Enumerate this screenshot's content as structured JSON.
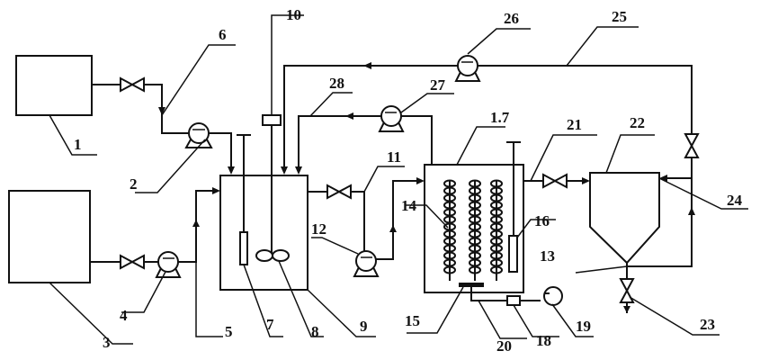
{
  "labels": {
    "l1": "1",
    "l2": "2",
    "l3": "3",
    "l4": "4",
    "l5": "5",
    "l6": "6",
    "l7": "7",
    "l8": "8",
    "l9": "9",
    "l10": "10",
    "l11": "11",
    "l12": "12",
    "l13": "13",
    "l14": "14",
    "l15": "15",
    "l16": "16",
    "l17": "1.7",
    "l18": "18",
    "l19": "19",
    "l20": "20",
    "l21": "21",
    "l22": "22",
    "l23": "23",
    "l24": "24",
    "l25": "25",
    "l26": "26",
    "l27": "27",
    "l28": "28"
  }
}
